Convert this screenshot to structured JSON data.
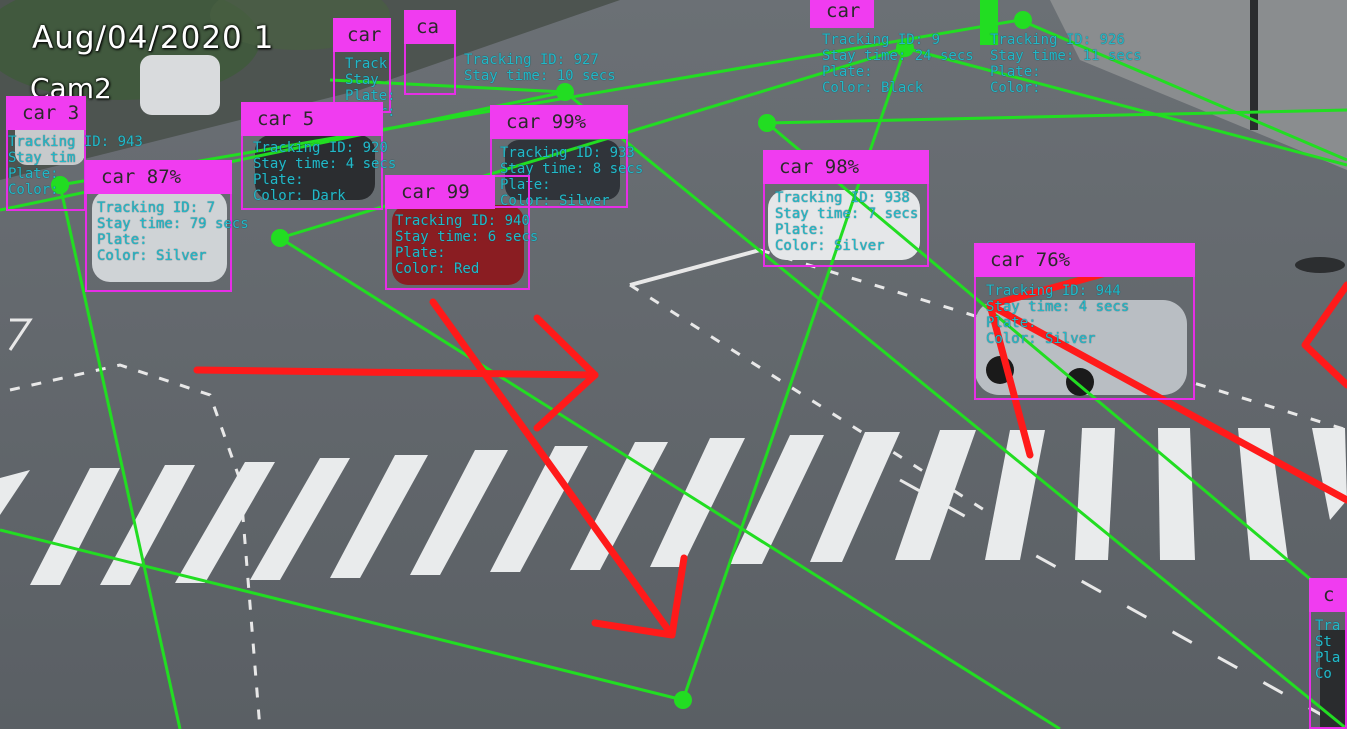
{
  "overlay": {
    "timestamp": "Aug/04/2020 1",
    "camera": "Cam2"
  },
  "colors": {
    "box": "#e62ee6",
    "label_bg": "#f03cf0",
    "info_text": "#23b8c8",
    "track_line": "#22dd22",
    "direction_arrow": "#ff1a1a"
  },
  "detections": [
    {
      "label": "car 3",
      "lines": [
        "Tracking ID: 943",
        "Stay tim",
        "Plate:",
        "Color:"
      ]
    },
    {
      "label": "car",
      "lines": [
        "Track",
        "Stay",
        "Plate:",
        "Color:"
      ]
    },
    {
      "label": "ca",
      "lines": [
        "Tracking ID: 927",
        "Stay time: 10 secs",
        "",
        ""
      ]
    },
    {
      "label": "car 5",
      "lines": [
        "Tracking ID: 920",
        "Stay time: 4 secs",
        "Plate:",
        "Color: Dark"
      ]
    },
    {
      "label": "car 99%",
      "lines": [
        "Tracking ID: 933",
        "Stay time: 8 secs",
        "Plate:",
        "Color: Silver"
      ]
    },
    {
      "label": "car 87%",
      "lines": [
        "Tracking ID: 7",
        "Stay time: 79 secs",
        "Plate:",
        "Color: Silver"
      ]
    },
    {
      "label": "car 99",
      "lines": [
        "Tracking ID: 940",
        "Stay time: 6 secs",
        "Plate:",
        "Color: Red"
      ]
    },
    {
      "label": "car 98%",
      "lines": [
        "Tracking ID: 938",
        "Stay time: 7 secs",
        "Plate:",
        "Color: Silver"
      ]
    },
    {
      "label": "car 76%",
      "lines": [
        "Tracking ID: 944",
        "Stay time: 4 secs",
        "Plate:",
        "Color: Silver"
      ]
    },
    {
      "label": "car",
      "lines": [
        "Tracking ID: 9",
        "Stay time: 24 secs",
        "Plate:",
        "Color: Black"
      ]
    },
    {
      "label": "",
      "lines": [
        "Tracking ID: 926",
        "Stay time: 11 secs",
        "Plate:",
        "Color:"
      ]
    },
    {
      "label": "c",
      "lines": [
        "Tra",
        "St",
        "Pla",
        "Co"
      ]
    }
  ]
}
